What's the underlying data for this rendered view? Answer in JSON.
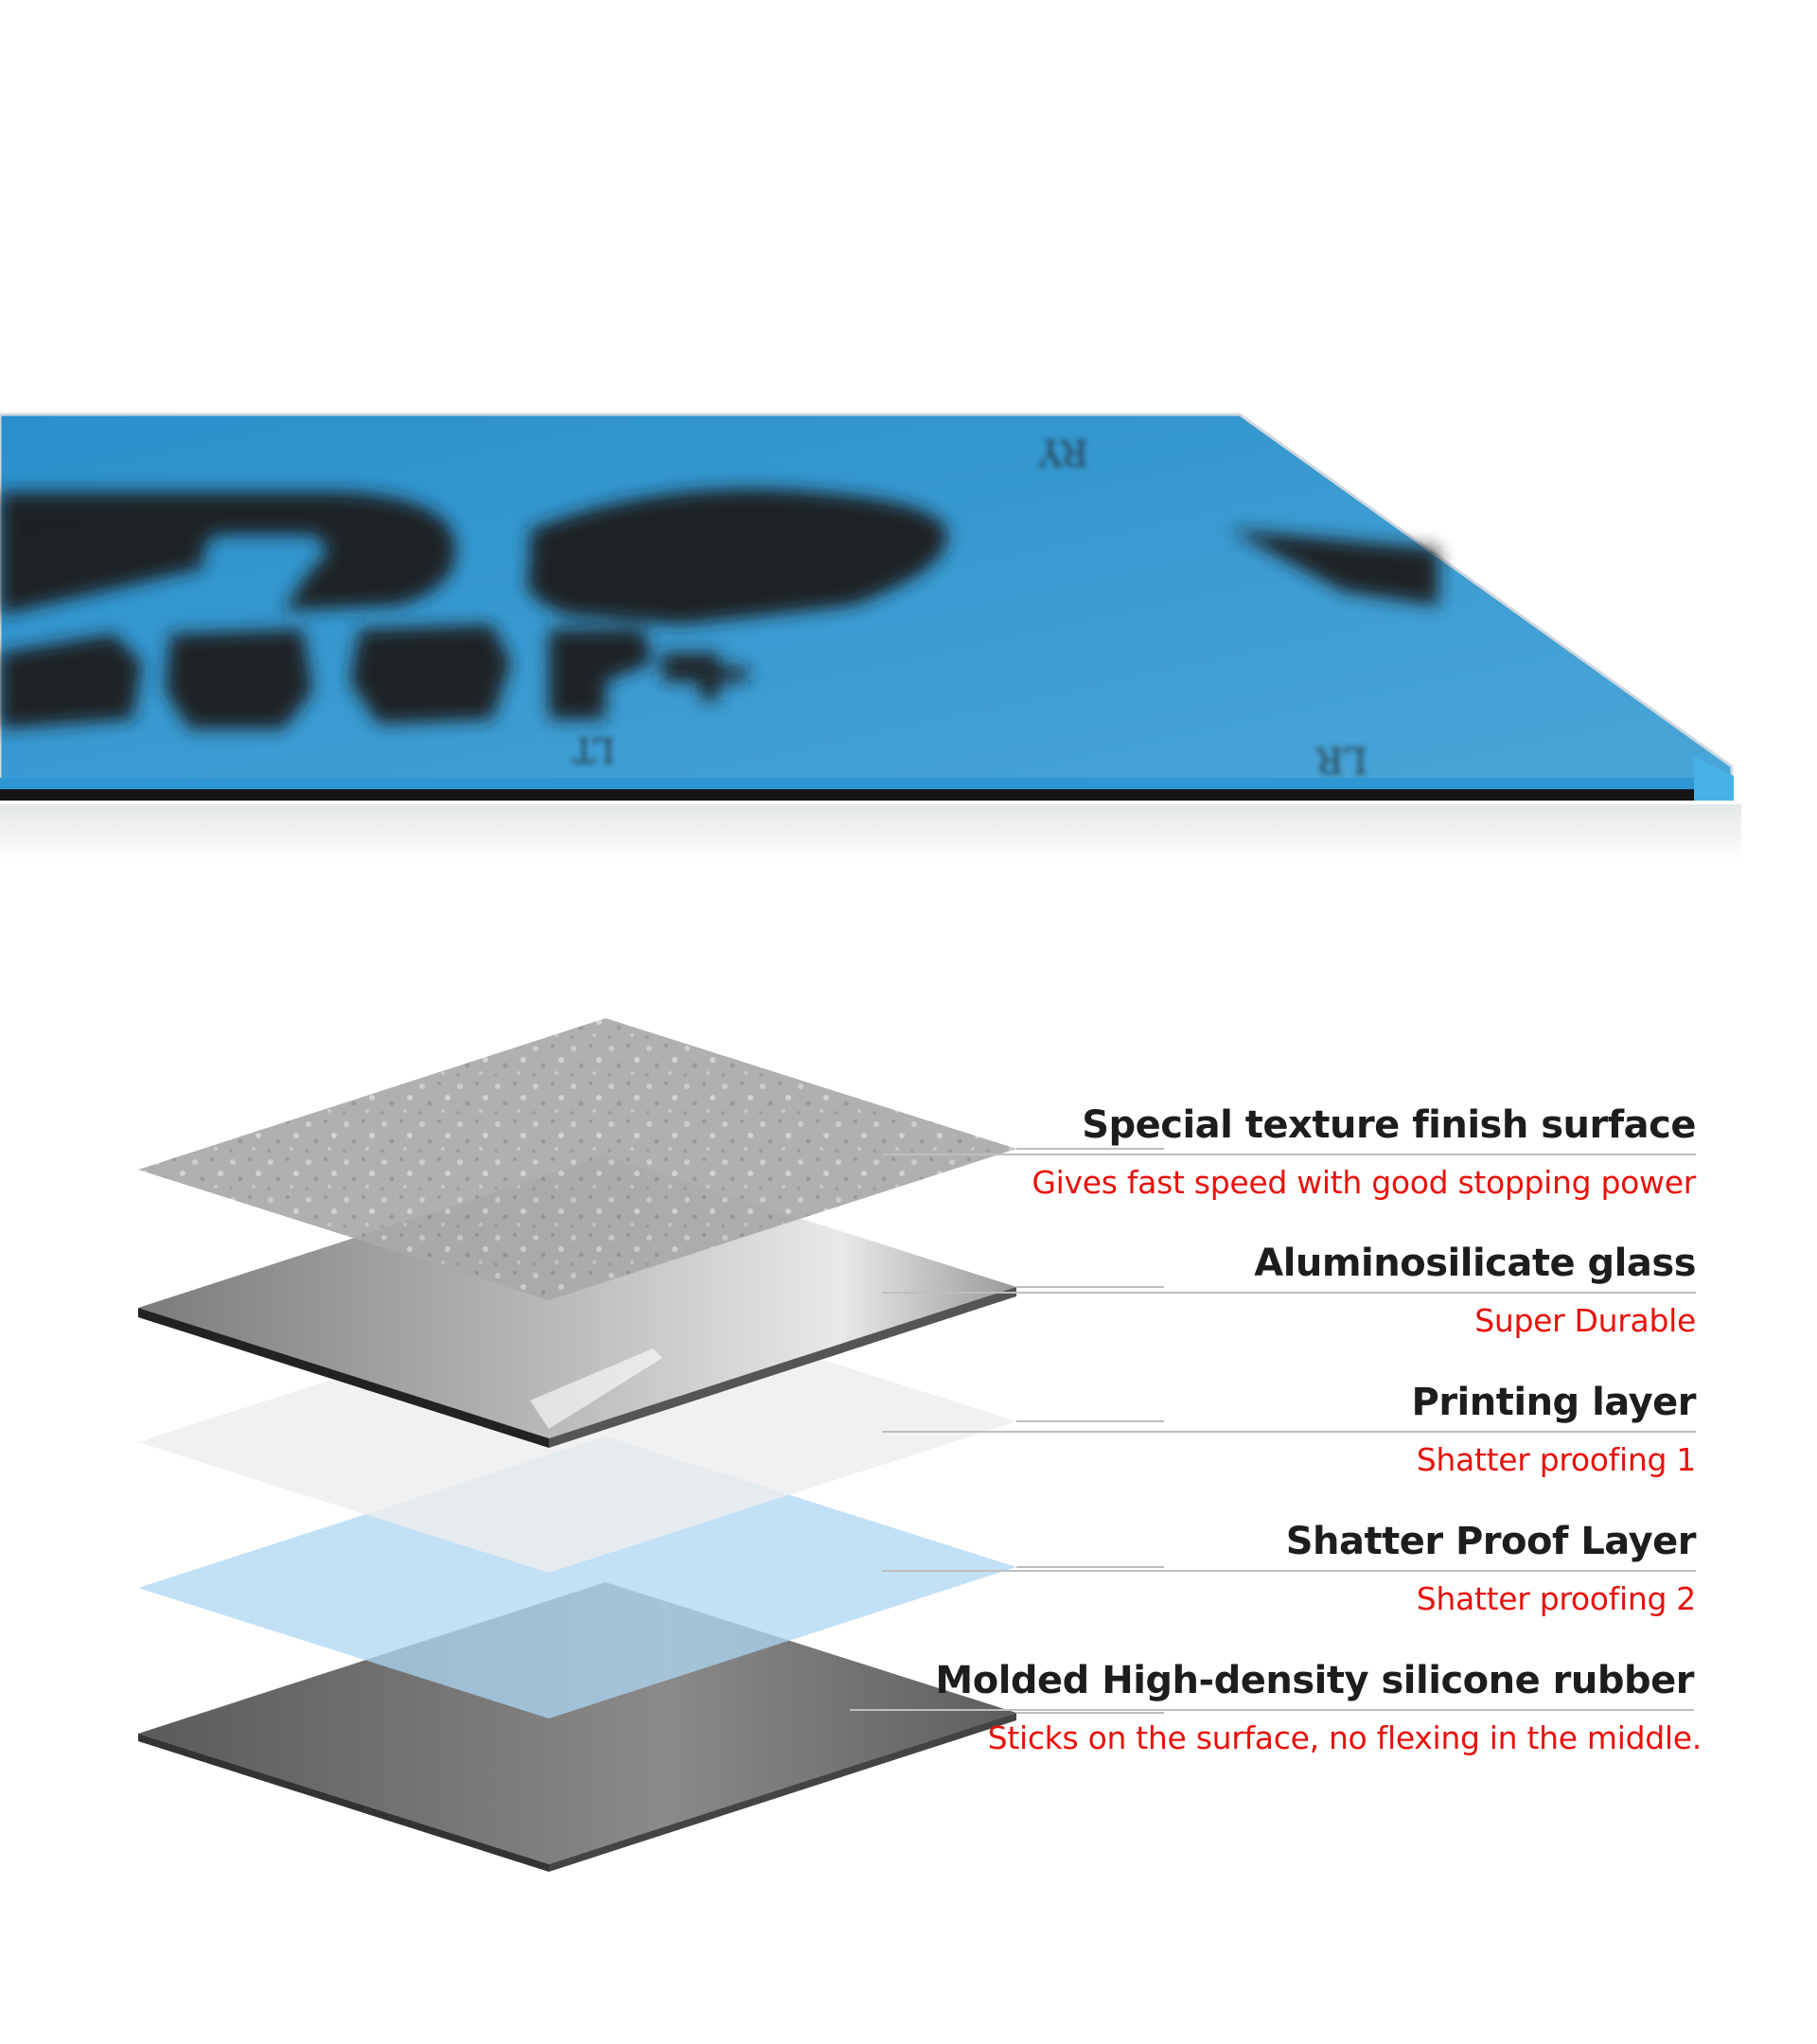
{
  "hero": {
    "plate_color": "#2f95cf",
    "edge_color": "#1a1a1a"
  },
  "layers": [
    {
      "title": "Special texture finish surface",
      "subtitle": "Gives fast speed with good stopping power",
      "color": "#a8a8a8"
    },
    {
      "title": "Aluminosilicate glass",
      "subtitle": "Super Durable",
      "color": "#8c8c8c"
    },
    {
      "title": "Printing layer",
      "subtitle": "Shatter proofing 1",
      "color": "#f2f2f2"
    },
    {
      "title": "Shatter Proof Layer",
      "subtitle": "Shatter proofing 2",
      "color": "#bcdcf2"
    },
    {
      "title": "Molded High-density silicone rubber",
      "subtitle": "Sticks on the surface, no flexing in the middle.",
      "color": "#6e6e6e"
    }
  ],
  "colors": {
    "title_text": "#1d1d1d",
    "subtitle_text": "#e8120c",
    "rule": "#bfbfbf"
  }
}
